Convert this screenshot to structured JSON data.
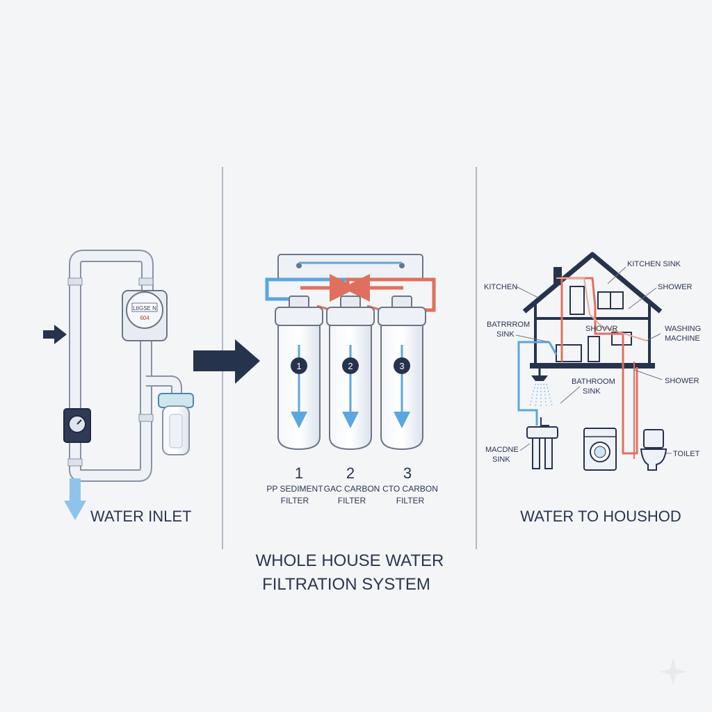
{
  "colors": {
    "navy": "#26334d",
    "cold_water": "#5aa6e0",
    "hot_water": "#e0705e",
    "pipe_fill": "#e9edf3",
    "background": "#f4f5f7"
  },
  "inlet": {
    "meter_label": "LtIGSE N",
    "meter_sub": "604",
    "caption": "WATER INLET"
  },
  "filters": [
    {
      "badge": "1",
      "number": "1",
      "line1": "PP SEDIMENT",
      "line2": "FILTER"
    },
    {
      "badge": "2",
      "number": "2",
      "line1": "GAC CARBON",
      "line2": "FILTER"
    },
    {
      "badge": "3",
      "number": "3",
      "line1": "CTO CARBON",
      "line2": "FILTER"
    }
  ],
  "system_title": {
    "line1": "WHOLE HOUSE WATER",
    "line2": "FILTRATION SYSTEM"
  },
  "house": {
    "caption": "WATER TO HOUSHOD",
    "labels": {
      "kitchen_sink": "KITCHEN SINK",
      "kitchen": "KITCHEN",
      "shower_top": "SHOWER",
      "bathroom_sink_left_1": "BATRRROM",
      "bathroom_sink_left_2": "SINK",
      "shower_mid": "SHOVVR",
      "washing_1": "WASHING",
      "washing_2": "MACHINE",
      "shower_right": "SHOWER",
      "bathroom_sink_1": "BATHROOM",
      "bathroom_sink_2": "SINK",
      "machine_sink_1": "MACDNE",
      "machine_sink_2": "SINK",
      "toilet": "TOILET"
    }
  }
}
